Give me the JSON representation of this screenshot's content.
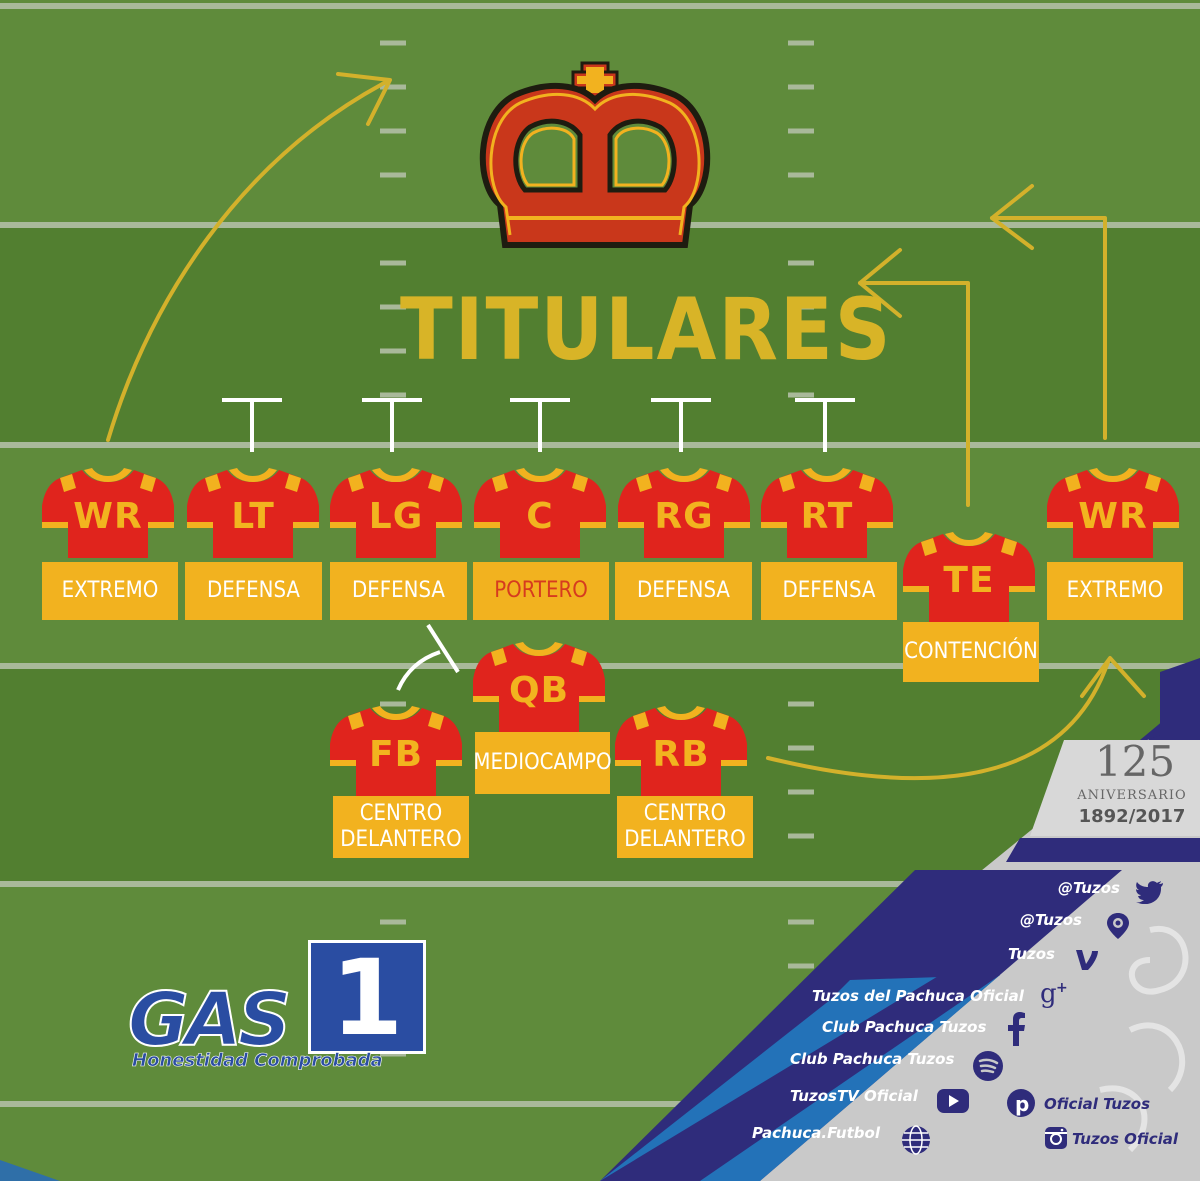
{
  "title": "TITULARES",
  "colors": {
    "field_light": "#5d8a3a",
    "field_dark": "#4f7a2e",
    "jersey_red": "#e0241d",
    "jersey_gold": "#f2b21f",
    "crown_red": "#c9371b",
    "route_yellow": "#d3b12b",
    "navy": "#2f2c7b",
    "blue": "#2372b8",
    "grey": "#c9c9c9"
  },
  "players": [
    {
      "code": "WR",
      "label": "EXTREMO"
    },
    {
      "code": "LT",
      "label": "DEFENSA"
    },
    {
      "code": "LG",
      "label": "DEFENSA"
    },
    {
      "code": "C",
      "label": "PORTERO"
    },
    {
      "code": "RG",
      "label": "DEFENSA"
    },
    {
      "code": "RT",
      "label": "DEFENSA"
    },
    {
      "code": "TE",
      "label": "CONTENCIÓN"
    },
    {
      "code": "WR",
      "label": "EXTREMO"
    },
    {
      "code": "QB",
      "label": "MEDIOCAMPO"
    },
    {
      "code": "FB",
      "label_line1": "CENTRO",
      "label_line2": "DELANTERO"
    },
    {
      "code": "RB",
      "label_line1": "CENTRO",
      "label_line2": "DELANTERO"
    }
  ],
  "anniversary": {
    "number": "125",
    "word": "ANIVERSARIO",
    "years": "1892/2017"
  },
  "social": [
    {
      "text": "@Tuzos",
      "icon": "twitter-icon"
    },
    {
      "text": "@Tuzos",
      "icon": "periscope-icon"
    },
    {
      "text": "Tuzos",
      "icon": "vine-icon"
    },
    {
      "text": "Tuzos del Pachuca Oficial",
      "icon": "google-plus-icon"
    },
    {
      "text": "Club Pachuca Tuzos",
      "icon": "facebook-icon"
    },
    {
      "text": "Club Pachuca Tuzos",
      "icon": "spotify-icon"
    },
    {
      "text": "TuzosTV Oficial",
      "icon": "youtube-icon"
    },
    {
      "text": "Pachuca.Futbol",
      "icon": "globe-icon"
    },
    {
      "text": "Oficial Tuzos",
      "icon": "pinterest-icon"
    },
    {
      "text": "Tuzos Oficial",
      "icon": "instagram-icon"
    }
  ],
  "sponsor": {
    "brand": "GAS",
    "number": "1",
    "slogan": "Honestidad Comprobada"
  }
}
